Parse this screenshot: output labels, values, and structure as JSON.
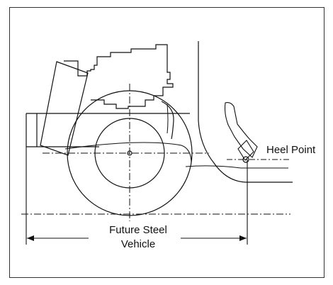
{
  "labels": {
    "heel_point": "Heel Point",
    "vehicle_line1": "Future Steel",
    "vehicle_line2": "Vehicle"
  },
  "colors": {
    "line": "#111111",
    "frame": "#333333",
    "background": "#ffffff"
  }
}
